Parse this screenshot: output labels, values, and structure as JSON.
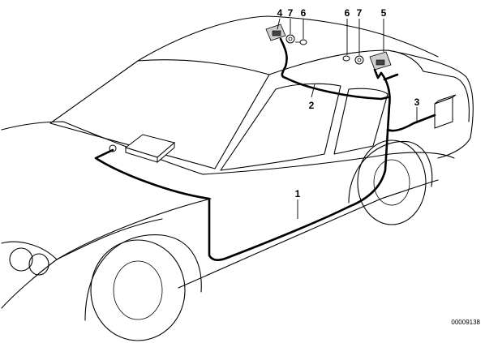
{
  "callouts": {
    "c1": "1",
    "c2": "2",
    "c3": "3",
    "c4": "4",
    "c5": "5",
    "c6a": "6",
    "c6b": "6",
    "c7a": "7",
    "c7b": "7"
  },
  "document_number": "00009138"
}
